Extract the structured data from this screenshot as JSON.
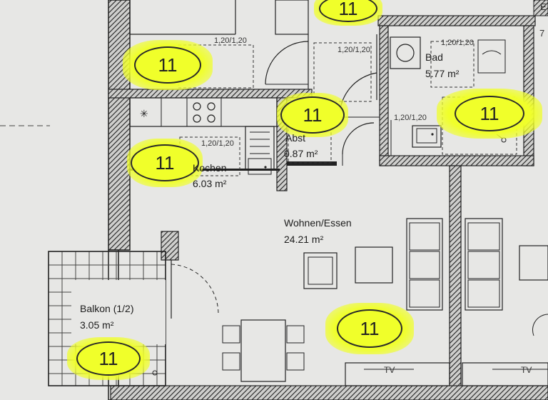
{
  "rooms": {
    "bad": {
      "name": "Bad",
      "area": "5.77 m²"
    },
    "abst": {
      "name": "Abst",
      "area": "0.87 m²"
    },
    "kochen": {
      "name": "Kochen",
      "area": "6.03 m²"
    },
    "wohnen": {
      "name": "Wohnen/Essen",
      "area": "24.21 m²"
    },
    "balkon": {
      "name": "Balkon (1/2)",
      "area": "3.05 m²"
    }
  },
  "window_dims": {
    "d1": "1,20/1,20",
    "d2": "1,20/1,20",
    "d3": "1,20/1,20",
    "d4": "1,20/1,20",
    "d5": "1,20/1,20"
  },
  "fixtures": {
    "tv_left": "TV",
    "tv_right": "TV"
  },
  "edge_text": {
    "right_top": "E",
    "right_second": "7"
  },
  "badge_label": "11",
  "colors": {
    "highlight": "#f0ff2a",
    "wall_hatch": "#3a3a3a",
    "paper": "#e7e7e5"
  }
}
